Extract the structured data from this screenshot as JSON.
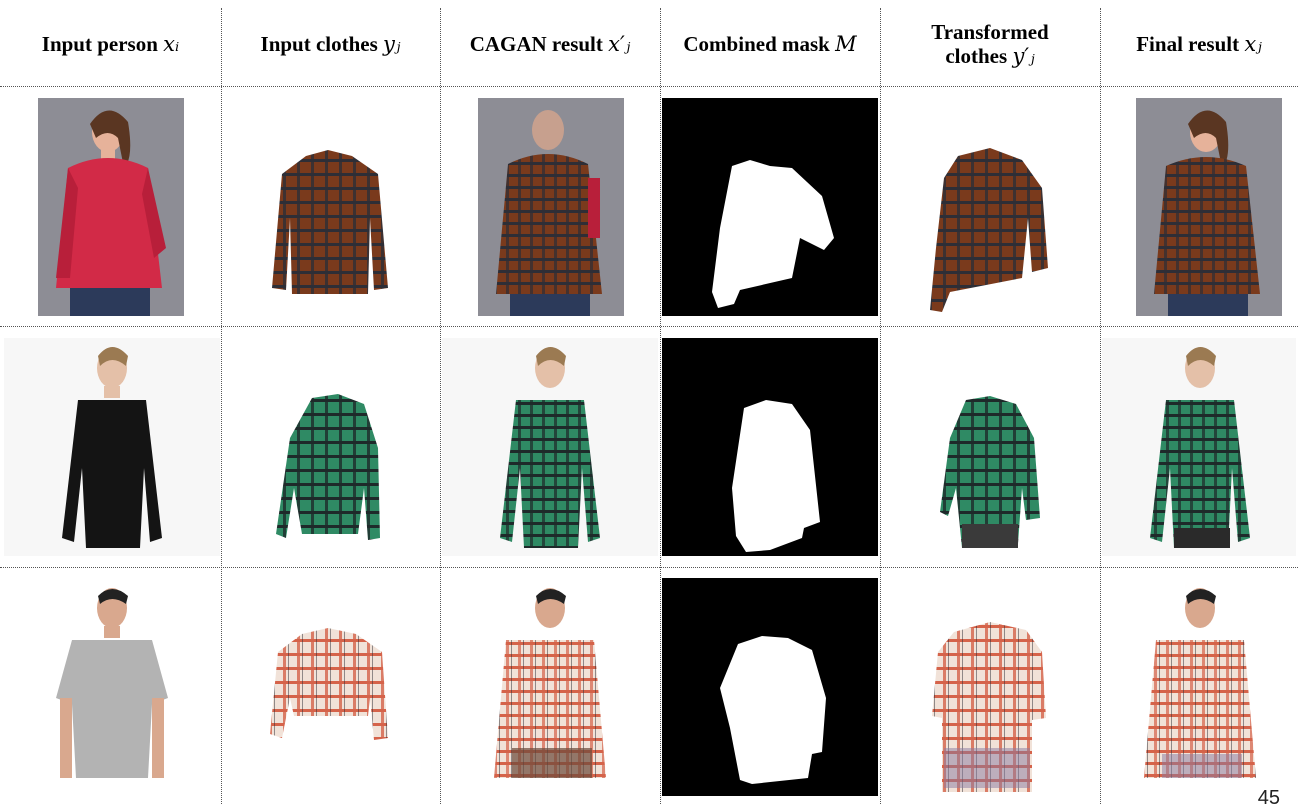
{
  "headers": {
    "col1": {
      "label": "Input person ",
      "math": "xᵢ"
    },
    "col2": {
      "label": "Input clothes ",
      "math": "yⱼ"
    },
    "col3": {
      "label": "CAGAN result ",
      "math": "x′ⱼ"
    },
    "col4": {
      "label": "Combined mask ",
      "math": "M"
    },
    "col5": {
      "line1": "Transformed",
      "line2": "clothes ",
      "math": "y′ⱼ"
    },
    "col6": {
      "label": "Final result ",
      "math": "xⱼ"
    }
  },
  "rows": [
    {
      "person": "woman in red quilted jacket",
      "clothes": "brown plaid long-sleeve shirt",
      "colors": {
        "garment": "#d22a47",
        "cloth_a": "#7a3a1c",
        "cloth_b": "#2e2e36",
        "skin": "#e6b29a",
        "bg": "#8d8d95"
      }
    },
    {
      "person": "man in black henley",
      "clothes": "green plaid long-sleeve shirt",
      "colors": {
        "garment": "#141414",
        "cloth_a": "#2f8a64",
        "cloth_b": "#1e2a2a",
        "skin": "#e4c0a8",
        "bg": "#f7f7f7"
      }
    },
    {
      "person": "man in gray polo",
      "clothes": "red plaid long-sleeve shirt",
      "colors": {
        "garment": "#b3b3b3",
        "cloth_a": "#d5634a",
        "cloth_b": "#f1e2d8",
        "skin": "#d9a88e",
        "bg": "#ffffff"
      }
    }
  ],
  "page_number": "45"
}
